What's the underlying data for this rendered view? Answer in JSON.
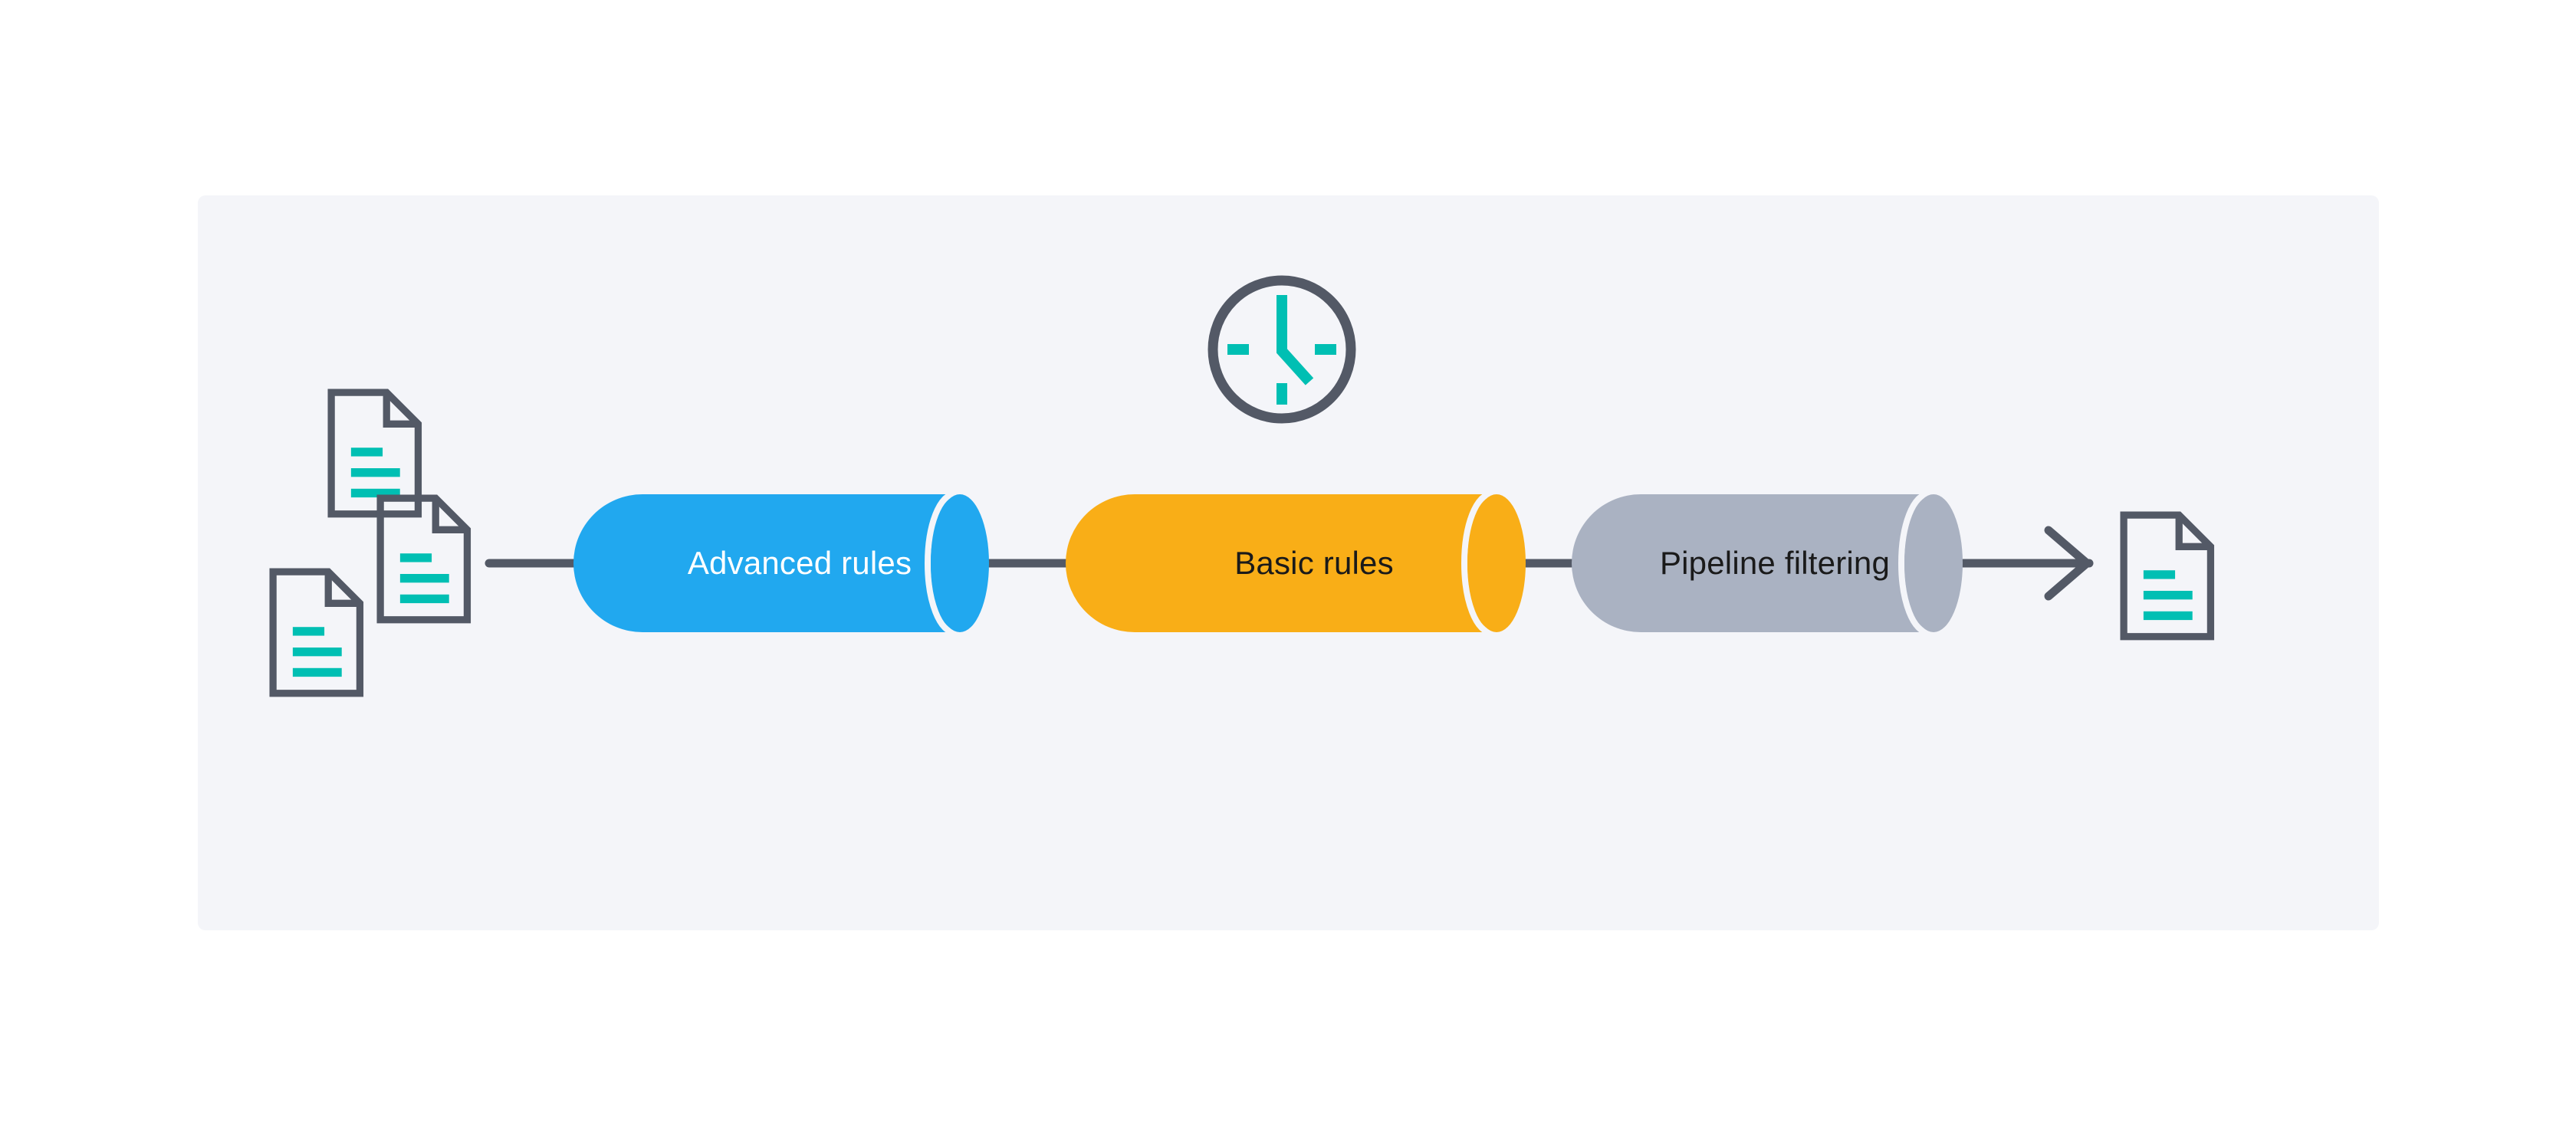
{
  "canvas": {
    "background_color": "#f4f5f9",
    "page_background_color": "#ffffff"
  },
  "palette": {
    "blue": "#21a8ef",
    "orange": "#f9ae17",
    "gray": "#aab2c2",
    "ink": "#535966",
    "teal": "#00bfb3",
    "white": "#ffffff",
    "dark_text": "#1a1a1a"
  },
  "stages": [
    {
      "id": "advanced-rules",
      "label": "Advanced rules",
      "fill": "#21a8ef",
      "text_color": "#ffffff"
    },
    {
      "id": "basic-rules",
      "label": "Basic rules",
      "fill": "#f9ae17",
      "text_color": "#1a1a1a"
    },
    {
      "id": "pipeline-filtering",
      "label": "Pipeline filtering",
      "fill": "#aab2c2",
      "text_color": "#1a1a1a"
    }
  ],
  "icons": {
    "input_documents": [
      {
        "name": "document-icon-1"
      },
      {
        "name": "document-icon-2"
      },
      {
        "name": "document-icon-3"
      }
    ],
    "output_document": {
      "name": "document-icon-output"
    },
    "schedule": {
      "name": "clock-icon"
    },
    "flow_arrow": {
      "name": "arrow-right-icon"
    }
  }
}
